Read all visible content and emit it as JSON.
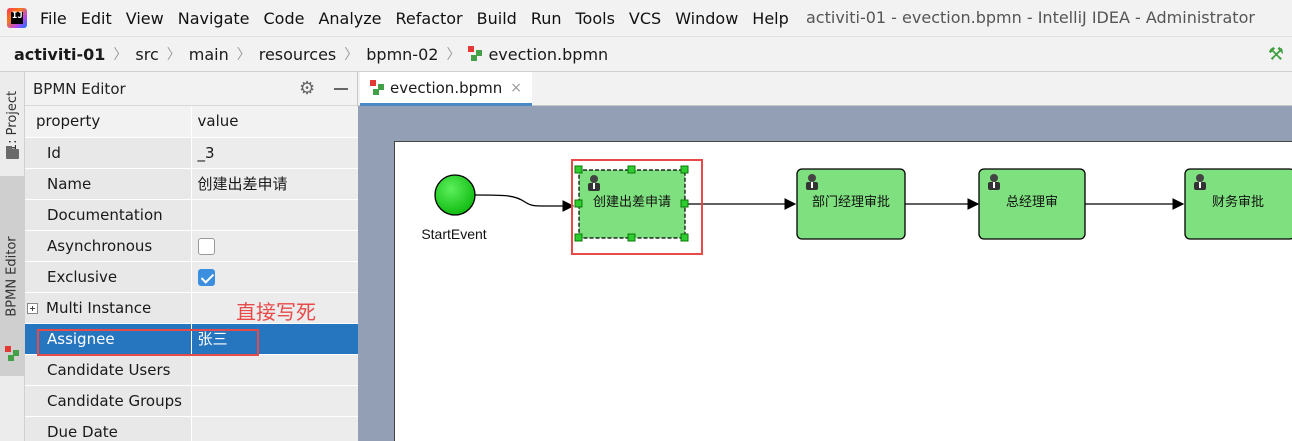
{
  "menu": {
    "items": [
      "File",
      "Edit",
      "View",
      "Navigate",
      "Code",
      "Analyze",
      "Refactor",
      "Build",
      "Run",
      "Tools",
      "VCS",
      "Window",
      "Help"
    ],
    "window_title": "activiti-01 - evection.bpmn - IntelliJ IDEA - Administrator"
  },
  "breadcrumb": {
    "items": [
      "activiti-01",
      "src",
      "main",
      "resources",
      "bpmn-02",
      "evection.bpmn"
    ]
  },
  "toolstrip": {
    "project_tab": "1: Project",
    "bpmn_tab": "BPMN Editor"
  },
  "panel": {
    "title": "BPMN Editor",
    "col_property": "property",
    "col_value": "value",
    "rows": [
      {
        "key": "Id",
        "value": "_3"
      },
      {
        "key": "Name",
        "value": "创建出差申请"
      },
      {
        "key": "Documentation",
        "value": ""
      },
      {
        "key": "Asynchronous",
        "value": ""
      },
      {
        "key": "Exclusive",
        "value": ""
      },
      {
        "key": "Multi Instance",
        "value": ""
      },
      {
        "key": "Assignee",
        "value": "张三"
      },
      {
        "key": "Candidate Users",
        "value": ""
      },
      {
        "key": "Candidate Groups",
        "value": ""
      },
      {
        "key": "Due Date",
        "value": ""
      }
    ],
    "asynchronous_checked": false,
    "exclusive_checked": true,
    "annotation": "直接写死"
  },
  "editor": {
    "tab_label": "evection.bpmn",
    "tab_close": "×"
  },
  "diagram": {
    "start_label": "StartEvent",
    "tasks": [
      "创建出差申请",
      "部门经理审批",
      "总经理审",
      "财务审批"
    ],
    "colors": {
      "task_fill": "#7ee07e",
      "start_fill": "#19d119",
      "highlight": "#e84a4a",
      "selected_tab": "#4a88c7",
      "row_selected": "#2675bf"
    }
  }
}
